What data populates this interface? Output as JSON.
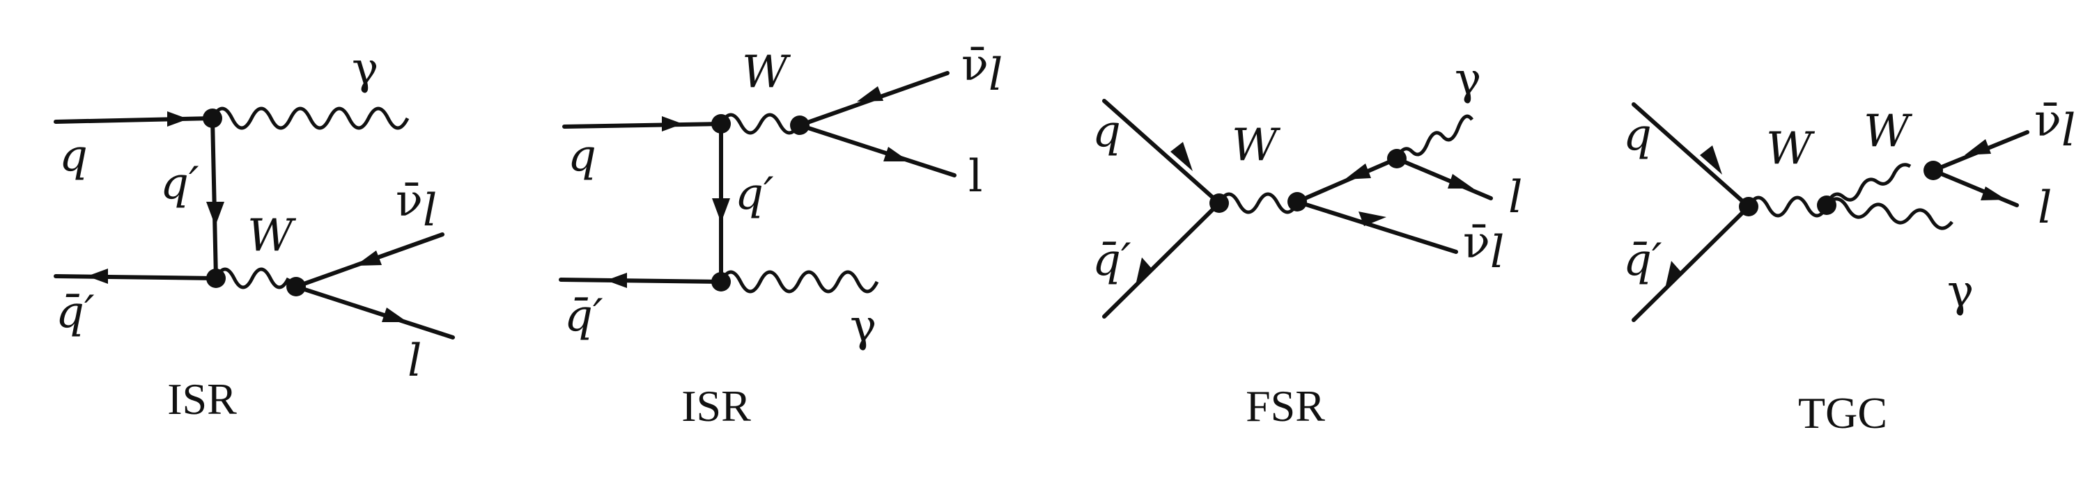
{
  "diagrams": [
    {
      "caption": "ISR",
      "labels": {
        "q": "q",
        "qbar_prime": "q̄′",
        "q_prime": "q′",
        "W": "W",
        "gamma": "γ",
        "nubar": "ν̄",
        "nu_sub": "l",
        "lepton": "l"
      }
    },
    {
      "caption": "ISR",
      "labels": {
        "q": "q",
        "qbar_prime": "q̄′",
        "q_prime": "q′",
        "W": "W",
        "gamma": "γ",
        "nubar": "ν̄",
        "nu_sub": "l",
        "lepton": "l"
      }
    },
    {
      "caption": "FSR",
      "labels": {
        "q": "q",
        "qbar_prime": "q̄′",
        "W": "W",
        "gamma": "γ",
        "nubar": "ν̄",
        "nu_sub": "l",
        "lepton": "l"
      }
    },
    {
      "caption": "TGC",
      "labels": {
        "q": "q",
        "qbar_prime": "q̄′",
        "W1": "W",
        "W2": "W",
        "gamma": "γ",
        "nubar": "ν̄",
        "nu_sub": "l",
        "lepton": "l"
      }
    }
  ]
}
